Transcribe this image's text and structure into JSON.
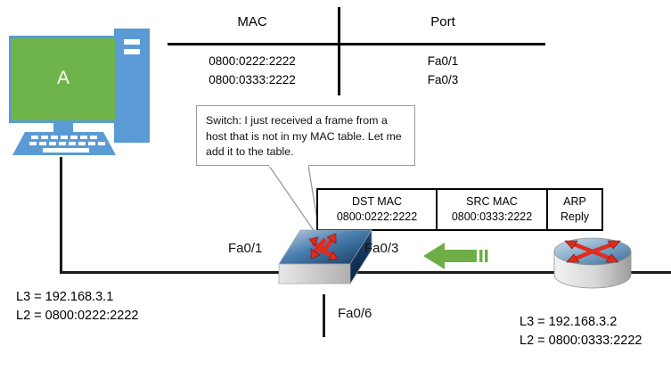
{
  "mac_table": {
    "headers": [
      "MAC",
      "Port"
    ],
    "rows": [
      {
        "mac": "0800:0222:2222",
        "port": "Fa0/1"
      },
      {
        "mac": "0800:0333:2222",
        "port": "Fa0/3"
      }
    ]
  },
  "callout": {
    "text": "Switch: I just received a frame from a host that is not in my MAC table. Let me add it to the table."
  },
  "frame": {
    "cells": [
      {
        "header": "DST MAC",
        "value": "0800:0222:2222"
      },
      {
        "header": "SRC MAC",
        "value": "0800:0333:2222"
      },
      {
        "header": "ARP",
        "value": "Reply"
      }
    ]
  },
  "ports": {
    "fa01": "Fa0/1",
    "fa03": "Fa0/3",
    "fa06": "Fa0/6"
  },
  "hosts": {
    "left": {
      "screen_label": "A",
      "l3": "L3 = 192.168.3.1",
      "l2": "L2 = 0800:0222:2222"
    },
    "right": {
      "l3": "L3 = 192.168.3.2",
      "l2": "L2 = 0800:0333:2222"
    }
  },
  "colors": {
    "pc_screen_green": "#6FB44A",
    "pc_body_blue": "#5B9BD5",
    "arrow_green": "#70AD47",
    "device_arrow_red": "#E02B20",
    "switch_blue": "#1F4E79",
    "line_black": "#1A1A1A",
    "callout_border": "#9A9A9A"
  }
}
